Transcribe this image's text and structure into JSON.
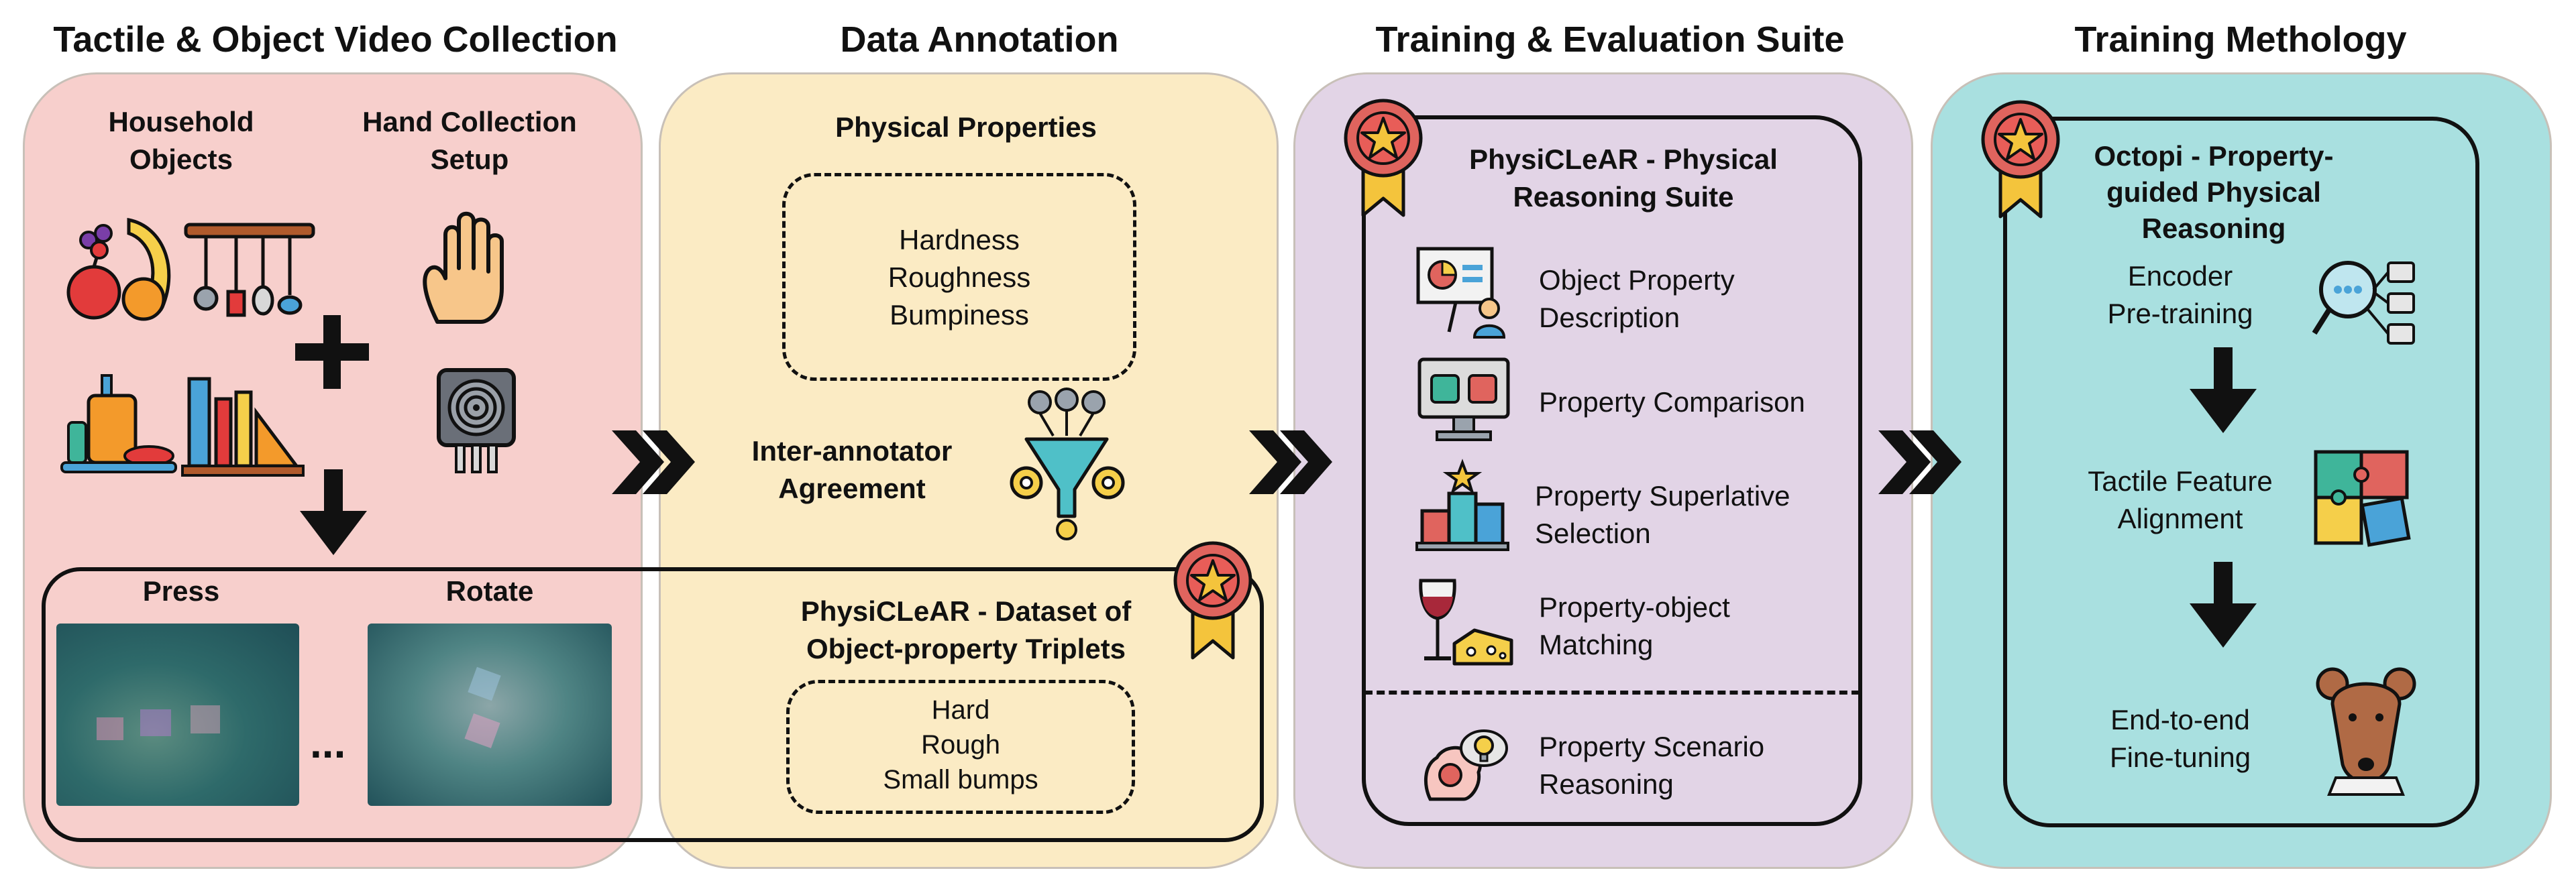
{
  "titles": {
    "collection": "Tactile & Object Video Collection",
    "annotation": "Data Annotation",
    "training_suite": "Training & Evaluation Suite",
    "methodology": "Training Methology"
  },
  "collection": {
    "household_label": "Household\nObjects",
    "hand_label": "Hand Collection\nSetup",
    "press_label": "Press",
    "rotate_label": "Rotate",
    "ellipsis": "..."
  },
  "annotation": {
    "physical_properties_label": "Physical Properties",
    "properties": [
      "Hardness",
      "Roughness",
      "Bumpiness"
    ],
    "agreement_label": "Inter-annotator\nAgreement",
    "dataset_label": "PhysiCLeAR - Dataset of\nObject-property Triplets",
    "triplet_values": [
      "Hard",
      "Rough",
      "Small bumps"
    ]
  },
  "suite": {
    "suite_label": "PhysiCLeAR - Physical\nReasoning Suite",
    "tasks": [
      "Object Property\nDescription",
      "Property Comparison",
      "Property Superlative\nSelection",
      "Property-object\nMatching",
      "Property Scenario\nReasoning"
    ]
  },
  "methodology": {
    "model_label": "Octopi - Property-\nguided Physical\nReasoning",
    "stages": [
      "Encoder\nPre-training",
      "Tactile Feature\nAlignment",
      "End-to-end\nFine-tuning"
    ]
  },
  "colors": {
    "collection_panel": "#f7cfcc",
    "annotation_panel": "#fbebc4",
    "suite_panel": "#e2d4e6",
    "methodology_panel": "#a9e0e0",
    "medal_red": "#e0645e",
    "medal_ribbon": "#f4c43c"
  },
  "icons": [
    "fruit-icon",
    "kitchen-utensils-icon",
    "hand-icon",
    "plus-icon",
    "toiletries-icon",
    "stationery-icon",
    "tactile-sensor-icon",
    "funnel-icon",
    "presentation-icon",
    "monitor-compare-icon",
    "podium-icon",
    "wine-cheese-icon",
    "brain-idea-icon",
    "magnifier-icon",
    "puzzle-icon",
    "mouse-icon",
    "medal-icon",
    "chevron-arrow-icon",
    "down-arrow-icon"
  ]
}
